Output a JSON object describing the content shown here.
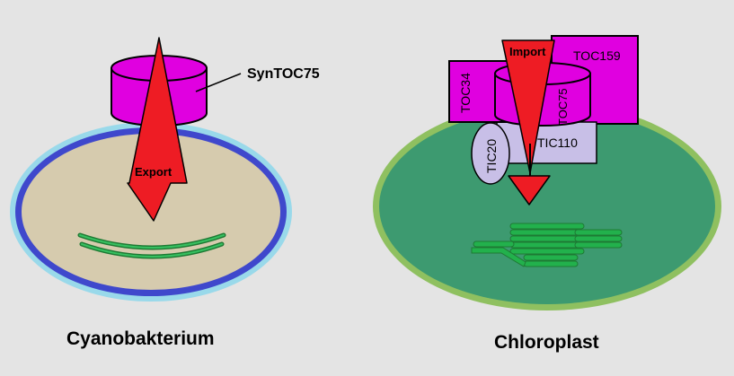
{
  "left_panel": {
    "caption": "Cyanobakterium",
    "protein_label": "SynTOC75",
    "arrow_label": "Export"
  },
  "right_panel": {
    "caption": "Chloroplast",
    "arrow_label": "Import",
    "proteins": {
      "toc34": "TOC34",
      "toc75": "TOC75",
      "toc159": "TOC159",
      "tic20": "TIC20",
      "tic110": "TIC110"
    }
  },
  "colors": {
    "background": "#e4e4e4",
    "magenta": "#e000e0",
    "arrow_red": "#ee1c24",
    "cyano_outer_membrane": "#99d9ea",
    "cyano_inner_membrane": "#3f48cc",
    "cyano_cytoplasm": "#d6cbae",
    "thylakoid_green": "#22b14c",
    "chloroplast_stroma": "#3d9a70",
    "chloroplast_envelope": "#8fc060",
    "tic_lavender": "#c8bfe7"
  }
}
